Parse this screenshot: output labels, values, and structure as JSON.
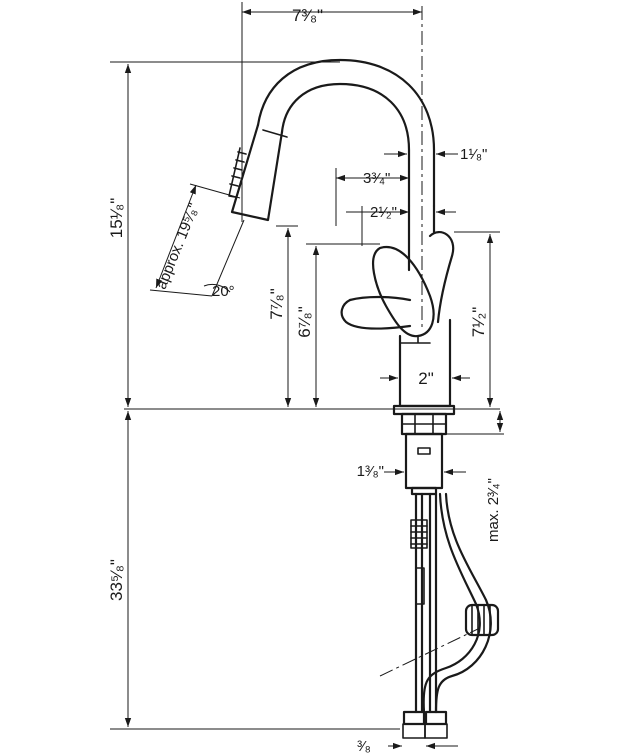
{
  "dimensions": {
    "top_width": "7³⁄₈\"",
    "spout_overall_height": "15¹⁄₈\"",
    "below_deck": "33⁵⁄₈\"",
    "spout_dia": "1¹⁄₈\"",
    "handle_reach_a": "3³⁄₄\"",
    "handle_reach_b": "2¹⁄₂\"",
    "head_extension": "approx. 19⁵⁄₈\"",
    "spray_angle": "20°",
    "spout_outlet_height": "7⁷⁄₈\"",
    "handle_height": "6⁷⁄₈\"",
    "handle_top_height": "7¹⁄₂\"",
    "base_dia": "2\"",
    "shank_dia": "1³⁄₈\"",
    "max_deck": "max. 2³⁄₄\"",
    "supply_size": "³⁄₈"
  },
  "colors": {
    "line": "#1a1a1a",
    "background": "#ffffff"
  }
}
